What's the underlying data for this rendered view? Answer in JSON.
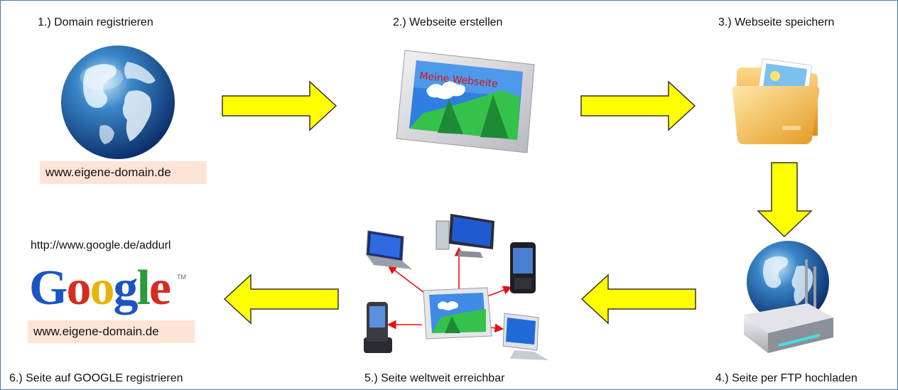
{
  "steps": {
    "step1": "1.)  Domain registrieren",
    "step2": "2.)  Webseite erstellen",
    "step3": "3.)  Webseite speichern",
    "step4": "4.) Seite per FTP hochladen",
    "step5": "5.)  Seite weltweit erreichbar",
    "step6": "6.)  Seite auf GOOGLE registrieren"
  },
  "domain_box_1": "www.eigene-domain.de",
  "domain_box_2": "www.eigene-domain.de",
  "picture_text": "Meine Webseite",
  "google_url": "http://www.google.de/addurl",
  "google_logo": {
    "letters": [
      "G",
      "o",
      "o",
      "g",
      "l",
      "e"
    ],
    "tm": "TM"
  },
  "colors": {
    "arrow_fill": "#ffff00",
    "arrow_stroke": "#333333",
    "frame_border": "#4a7ab8",
    "domain_box_bg": "#fde4d6",
    "connector": "#e81010",
    "picture_text": "#e01010",
    "google_letters": [
      "#1a55c4",
      "#d62b1e",
      "#e8b40b",
      "#1a55c4",
      "#2a9a3a",
      "#d62b1e"
    ]
  },
  "icons": {
    "step1": "globe-icon",
    "step2": "picture-frame-icon",
    "step3": "folder-icon",
    "step4": "router-globe-icon",
    "step5": [
      "laptop-icon",
      "monitor-icon",
      "pda-icon",
      "picture-frame-icon",
      "docked-phone-icon",
      "flat-monitor-icon"
    ],
    "step6": "google-logo"
  }
}
